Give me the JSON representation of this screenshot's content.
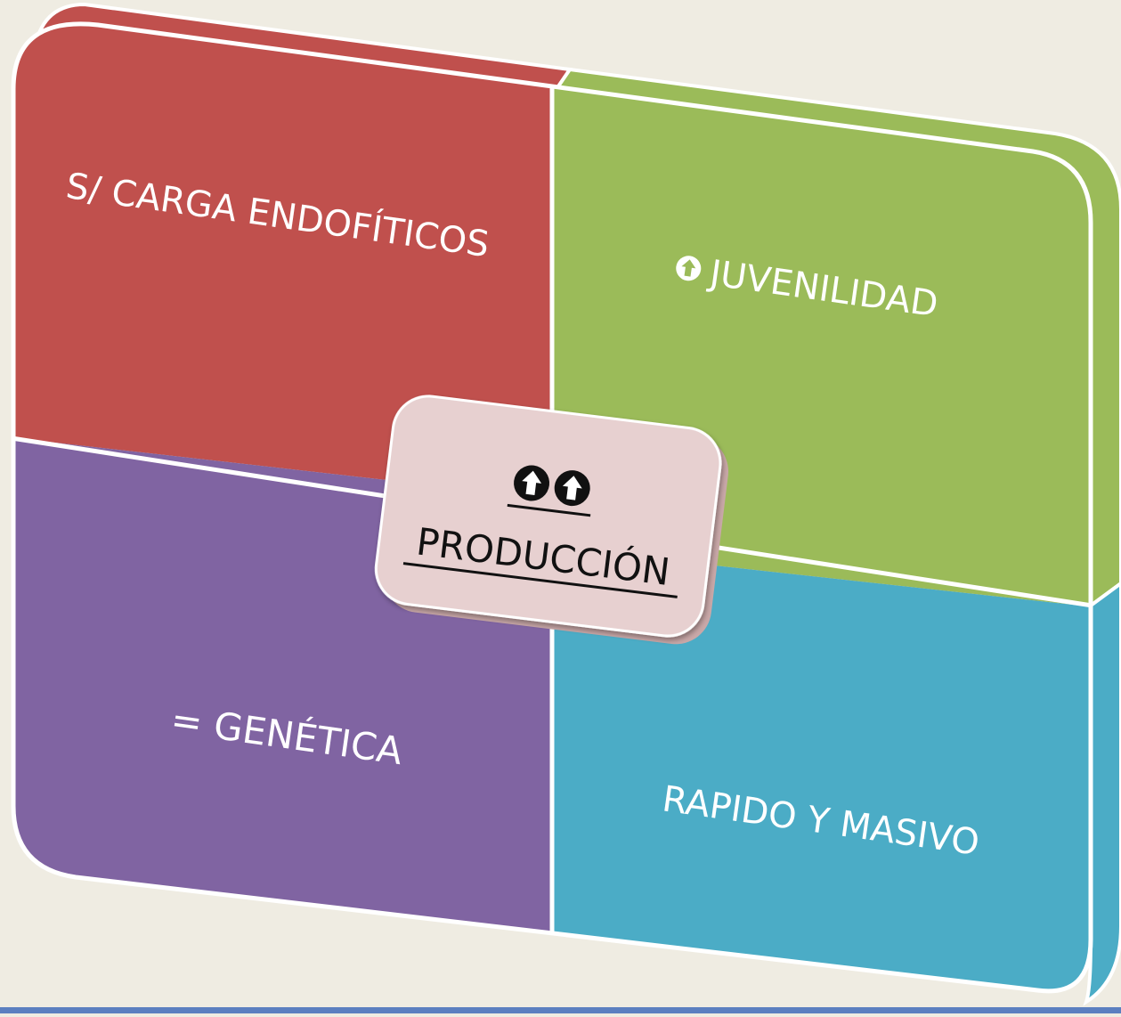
{
  "quadrants": {
    "top_left": {
      "label": "S/ CARGA ENDOFÍTICOS",
      "color": "#c0504d"
    },
    "top_right": {
      "label": "JUVENILIDAD",
      "color": "#9bbb59",
      "icon": "up-arrow-circle-icon"
    },
    "bottom_left": {
      "label": "= GENÉTICA",
      "color": "#8064a2"
    },
    "bottom_right": {
      "label": "RAPIDO Y MASIVO",
      "color": "#4bacc6"
    }
  },
  "center": {
    "label": "PRODUCCIÓN",
    "icons": [
      "up-arrow-circle-icon",
      "up-arrow-circle-icon"
    ],
    "color": "#e7d0d0"
  },
  "colors": {
    "background": "#efece2",
    "bottom_bar": "#5b7fc0"
  }
}
